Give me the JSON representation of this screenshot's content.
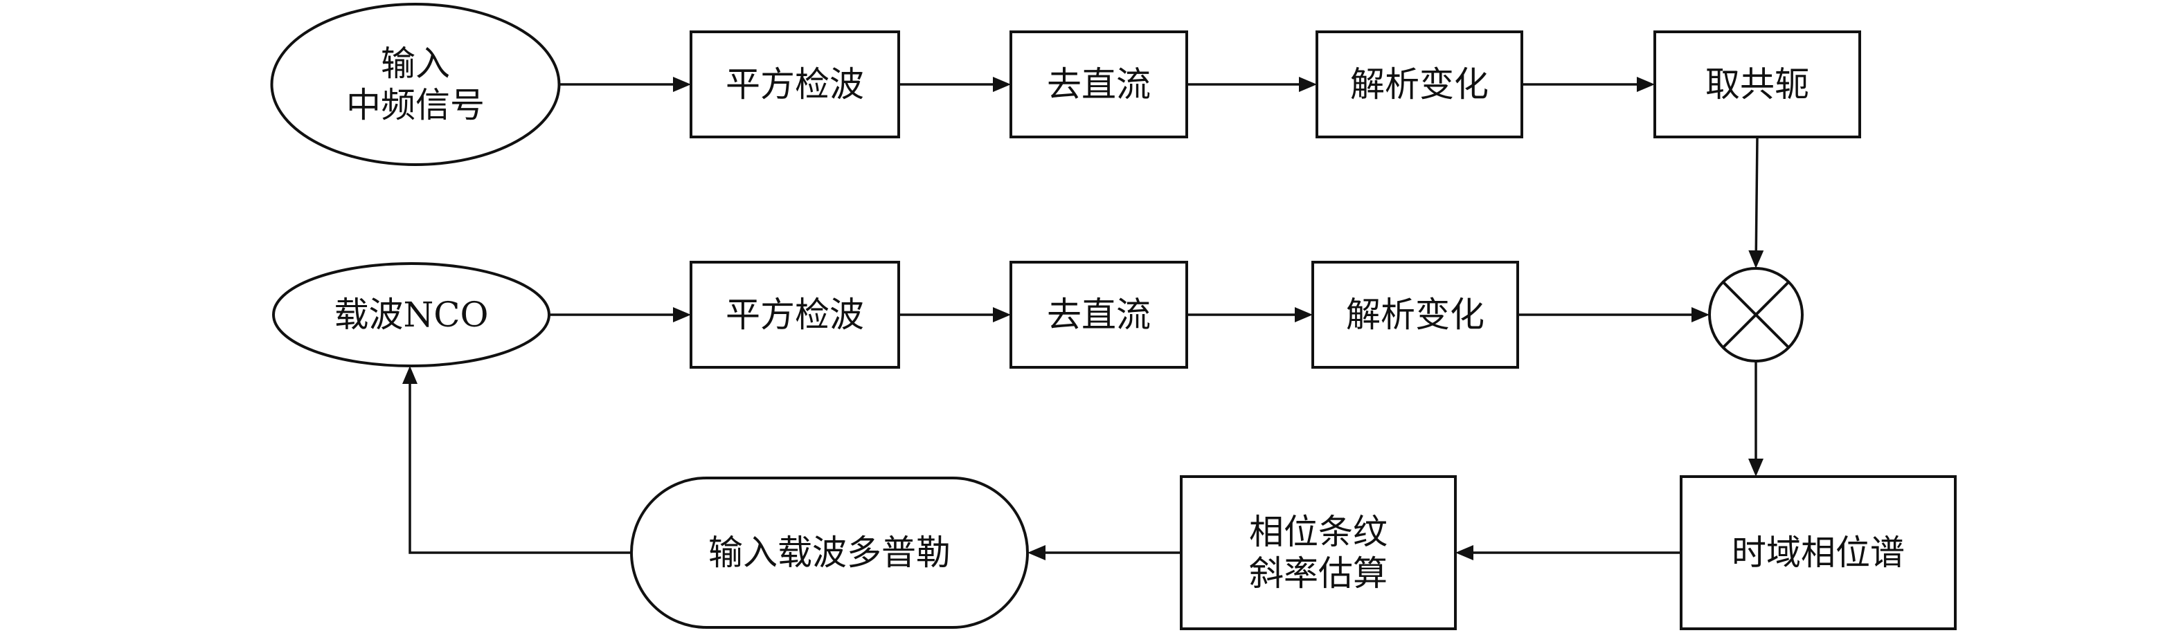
{
  "diagram": {
    "nodes": [
      {
        "id": "input-if-signal",
        "shape": "ellipse",
        "lines": [
          "输入",
          "中频信号"
        ]
      },
      {
        "id": "square-detect-1",
        "shape": "rect",
        "lines": [
          "平方检波"
        ]
      },
      {
        "id": "dc-removal-1",
        "shape": "rect",
        "lines": [
          "去直流"
        ]
      },
      {
        "id": "analytic-transform-1",
        "shape": "rect",
        "lines": [
          "解析变化"
        ]
      },
      {
        "id": "conjugate",
        "shape": "rect",
        "lines": [
          "取共轭"
        ]
      },
      {
        "id": "carrier-nco",
        "shape": "ellipse",
        "lines": [
          "载波NCO"
        ]
      },
      {
        "id": "square-detect-2",
        "shape": "rect",
        "lines": [
          "平方检波"
        ]
      },
      {
        "id": "dc-removal-2",
        "shape": "rect",
        "lines": [
          "去直流"
        ]
      },
      {
        "id": "analytic-transform-2",
        "shape": "rect",
        "lines": [
          "解析变化"
        ]
      },
      {
        "id": "multiplier",
        "shape": "multiplier",
        "lines": []
      },
      {
        "id": "time-phase-spectrum",
        "shape": "rect",
        "lines": [
          "时域相位谱"
        ]
      },
      {
        "id": "slope-estimation",
        "shape": "rect",
        "lines": [
          "相位条纹",
          "斜率估算"
        ]
      },
      {
        "id": "input-carrier-doppler",
        "shape": "stadium",
        "lines": [
          "输入载波多普勒"
        ]
      }
    ],
    "edges": [
      {
        "from": "input-if-signal",
        "to": "square-detect-1"
      },
      {
        "from": "square-detect-1",
        "to": "dc-removal-1"
      },
      {
        "from": "dc-removal-1",
        "to": "analytic-transform-1"
      },
      {
        "from": "analytic-transform-1",
        "to": "conjugate"
      },
      {
        "from": "conjugate",
        "to": "multiplier"
      },
      {
        "from": "carrier-nco",
        "to": "square-detect-2"
      },
      {
        "from": "square-detect-2",
        "to": "dc-removal-2"
      },
      {
        "from": "dc-removal-2",
        "to": "analytic-transform-2"
      },
      {
        "from": "analytic-transform-2",
        "to": "multiplier"
      },
      {
        "from": "multiplier",
        "to": "time-phase-spectrum"
      },
      {
        "from": "time-phase-spectrum",
        "to": "slope-estimation"
      },
      {
        "from": "slope-estimation",
        "to": "input-carrier-doppler"
      },
      {
        "from": "input-carrier-doppler",
        "to": "carrier-nco"
      }
    ]
  }
}
